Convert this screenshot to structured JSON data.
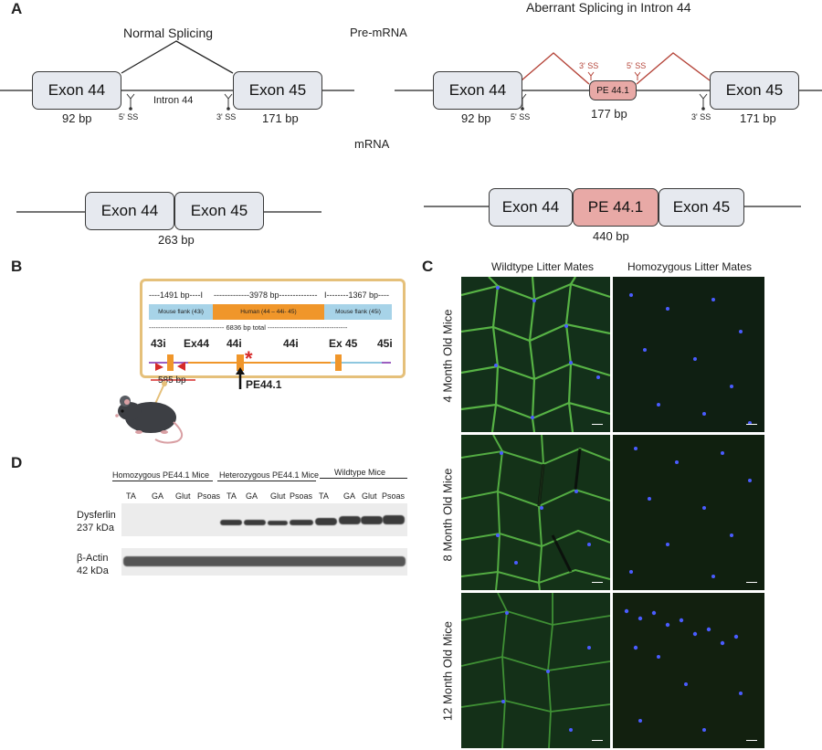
{
  "panelA": {
    "letter": "A",
    "normal_title": "Normal Splicing",
    "aberrant_title": "Aberrant Splicing in Intron 44",
    "premrna_label": "Pre-mRNA",
    "mrna_label": "mRNA",
    "exon44": "Exon 44",
    "exon45": "Exon 45",
    "pe": "PE 44.1",
    "pe_large": "PE 44.1",
    "intron": "Intron 44",
    "ss5": "5' SS",
    "ss3": "3' SS",
    "len_ex44": "92 bp",
    "len_ex45": "171 bp",
    "len_pe": "177 bp",
    "len_normal": "263 bp",
    "len_aberrant": "440 bp"
  },
  "panelB": {
    "letter": "B",
    "bp1": "----1491 bp----I",
    "bp2": "-------------3978 bp--------------",
    "bp3": "I--------1367 bp----",
    "mouse_flank_43": "Mouse flank (43i)",
    "human": "Human  (44 – 44i- 45)",
    "mouse_flank_45": "Mouse flank (45i)",
    "total": "--------------------------------- 6836 bp total -----------------------------------",
    "lbl_43i": "43i",
    "lbl_ex44": "Ex44",
    "lbl_44i_a": "44i",
    "lbl_44i_b": "44i",
    "lbl_ex45": "Ex 45",
    "lbl_45i": "45i",
    "amplicon": "585 bp",
    "pe_arrow": "PE44.1"
  },
  "panelC": {
    "letter": "C",
    "col1": "Wildtype Litter Mates",
    "col2": "Homozygous Litter Mates",
    "rows": [
      "4 Month Old Mice",
      "8 Month Old Mice",
      "12 Month Old Mice"
    ]
  },
  "panelD": {
    "letter": "D",
    "groups": [
      "Homozygous PE44.1 Mice",
      "Heterozygous PE44.1 Mice",
      "Wildtype Mice"
    ],
    "lanes": [
      "TA",
      "GA",
      "Glut",
      "Psoas",
      "TA",
      "GA",
      "Glut",
      "Psoas",
      "TA",
      "GA",
      "Glut",
      "Psoas"
    ],
    "dysferlin": "Dysferlin",
    "dysferlin_kda": "237 kDa",
    "actin": "β-Actin",
    "actin_kda": "42 kDa"
  },
  "colors": {
    "exon_fill": "#e6e9ef",
    "pe_fill": "#e8a9a6",
    "aberrant_line": "#b5453a",
    "human_orange": "#f0962a",
    "mouse_blue": "#a7d3e8",
    "mouse_frame": "#e5c07a"
  }
}
